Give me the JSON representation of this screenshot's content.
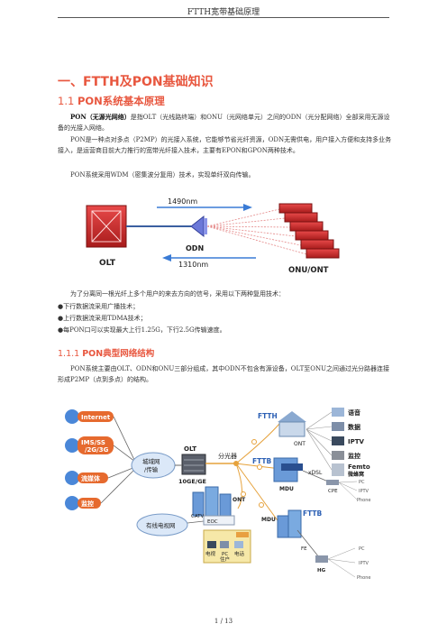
{
  "header": {
    "title": "FTTH宽带基础原理"
  },
  "section1": {
    "title": "一、FTTH及PON基础知识"
  },
  "section11": {
    "num": "1.1",
    "title": "PON系统基本原理"
  },
  "para1": {
    "bold": "PON（无源光网络）",
    "text": "是指OLT（光线路终端）和ONU（光网络单元）之间的ODN（光分配网络）全部采用无源设备的光接入网络。"
  },
  "para2": "PON是一种点对多点（P2MP）的光接入系统，它能够节省光纤资源，ODN无需供电，用户接入方便和支持多业务接入，是运营商目前大力推行的宽带光纤接入技术，主要有EPON和GPON两种技术。",
  "para3": "PON系统采用WDM（密集波分复用）技术，实现单纤双向传输。",
  "figure1": {
    "downstream": "1490nm",
    "upstream": "1310nm",
    "olt": "OLT",
    "odn": "ODN",
    "onu": "ONU/ONT"
  },
  "para4": "为了分离同一根光纤上多个用户的来去方向的信号，采用以下两种复用技术：",
  "bullets": [
    "●下行数据流采用广播技术；",
    "●上行数据流采用TDMA技术；",
    "●每PON口可以实现最大上行1.25G，下行2.5G传输速度。"
  ],
  "section111": {
    "num": "1.1.1",
    "title": "PON典型网络结构"
  },
  "para5": "PON系统主要由OLT、ODN和ONU三部分组成，其中ODN不包含有源设备，OLT至ONU之间通过光分路器连接形成P2MP（点到多点）的结构。",
  "figure2": {
    "internet": "Internet",
    "ims": "IMS/SS",
    "ims2": "/2G/3G",
    "stream": "流媒体",
    "monitor_left": "监控",
    "metro1": "城域网",
    "metro2": "/传输",
    "olt": "OLT",
    "olt_sub": "10GE/GE",
    "splitter": "分光器",
    "ftth": "FTTH",
    "fttb1": "FTTB",
    "fttb2": "FTTB",
    "ont1": "ONT",
    "ont2": "ONT",
    "mdu1": "MDU",
    "mdu2": "MDU",
    "xdsl": "xDSL",
    "cpe": "CPE",
    "fe": "FE",
    "hg": "HG",
    "catv_net": "有线电视网",
    "catv": "CATV",
    "eoc": "EOC",
    "pc": "PC",
    "phone": "Phone",
    "iptv": "IPTV",
    "voice": "语音",
    "data": "数据",
    "iptv_r": "IPTV",
    "monitor_r": "监控",
    "femto": "Femto",
    "femto_sub": "微蜂窝",
    "tv": "电视",
    "pc_user": "PC",
    "phone_cn": "电话",
    "user": "住户"
  },
  "footer": {
    "page": "1 / 13"
  }
}
